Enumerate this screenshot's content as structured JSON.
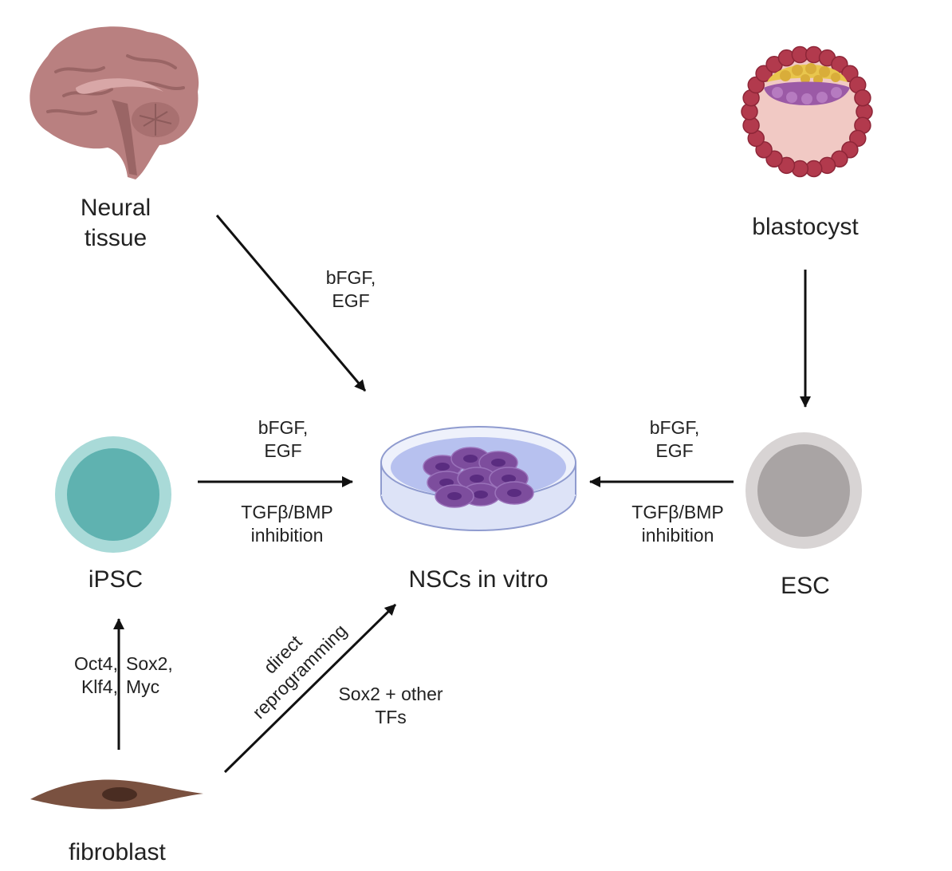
{
  "nodes": {
    "neural_tissue": [
      "Neural",
      "tissue"
    ],
    "blastocyst": "blastocyst",
    "ipsc": "iPSC",
    "nscs": "NSCs in vitro",
    "esc": "ESC",
    "fibroblast": "fibroblast"
  },
  "edges": {
    "neural_to_nsc": [
      "bFGF,",
      "EGF"
    ],
    "ipsc_to_nsc_top": [
      "bFGF,",
      "EGF"
    ],
    "ipsc_to_nsc_bottom": [
      "TGFβ/BMP",
      "inhibition"
    ],
    "esc_to_nsc_top": [
      "bFGF,",
      "EGF"
    ],
    "esc_to_nsc_bottom": [
      "TGFβ/BMP",
      "inhibition"
    ],
    "fibroblast_to_ipsc_left": [
      "Oct4,",
      "Klf4,"
    ],
    "fibroblast_to_ipsc_right": [
      "Sox2,",
      "Myc"
    ],
    "fibroblast_to_nsc_along": [
      "direct",
      "reprogramming"
    ],
    "fibroblast_to_nsc_below": [
      "Sox2 + other",
      "TFs"
    ]
  },
  "colors": {
    "brain": "#b98080",
    "brain_dark": "#9a6565",
    "blastocyst_ring": "#b23a4d",
    "blastocyst_inner": "#f1c9c4",
    "icm_yellow": "#e9c64d",
    "icm_purple": "#9b5aa6",
    "ipsc_outer": "#a9dad8",
    "ipsc_inner": "#5fb2b0",
    "esc_outer": "#d8d4d4",
    "esc_inner": "#a9a4a4",
    "dish_medium": "#b7c1ef",
    "cell": "#7d4d9d",
    "nucleus": "#5a2c80",
    "fibroblast": "#7a5140",
    "arrow": "#111111"
  }
}
